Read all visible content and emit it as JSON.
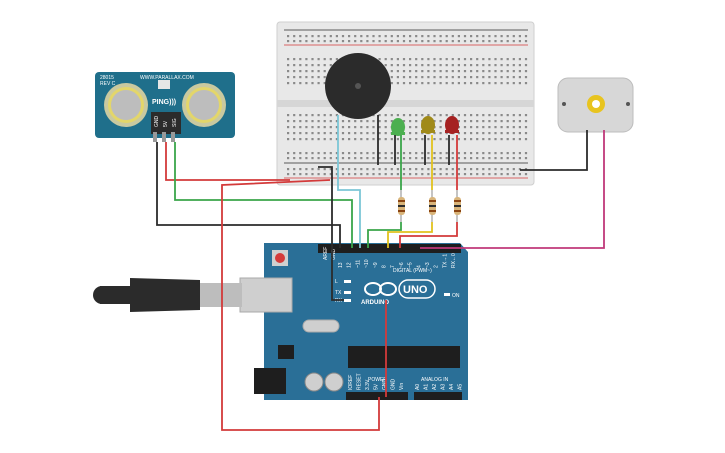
{
  "colors": {
    "board": "#2a6f97",
    "breadboard": "#e6e6e6",
    "sensor": "#1f6f8b",
    "wire_red": "#d33a3a",
    "wire_black": "#2b2b2b",
    "wire_green": "#3aa54a",
    "wire_cyan": "#7cc6d6",
    "wire_yellow": "#e1c21e",
    "wire_magenta": "#c0397a",
    "led_green": "#4caf50",
    "led_yellow": "#a08a1a",
    "led_red": "#a52222"
  },
  "sensor": {
    "model": "28015",
    "rev": "REV C",
    "brand": "WWW.PARALLAX.COM",
    "name": "PING)))",
    "pin_gnd": "GND",
    "pin_5v": "5V",
    "pin_sig": "SIG"
  },
  "arduino": {
    "model": "UNO",
    "brand": "ARDUINO",
    "digital_label": "DIGITAL (PWM~)",
    "analog_label": "ANALOG IN",
    "power_label": "POWER",
    "on_label": "ON",
    "tx_label": "TX",
    "rx_label": "RX",
    "l_label": "L",
    "aref": "AREF",
    "gnd": "GND",
    "digital_pins": [
      "13",
      "12",
      "~11",
      "~10",
      "~9",
      "8",
      "7",
      "~6",
      "~5",
      "4",
      "~3",
      "2",
      "TX→1",
      "RX←0"
    ],
    "power_pins": [
      "IOREF",
      "RESET",
      "3.3V",
      "5V",
      "GND",
      "GND",
      "Vin"
    ],
    "analog_pins": [
      "A0",
      "A1",
      "A2",
      "A3",
      "A4",
      "A5"
    ]
  },
  "icons": {
    "buzzer": "piezo-buzzer-icon",
    "motor": "dc-motor-icon",
    "usb": "usb-plug-icon",
    "power_jack": "dc-jack-icon"
  }
}
